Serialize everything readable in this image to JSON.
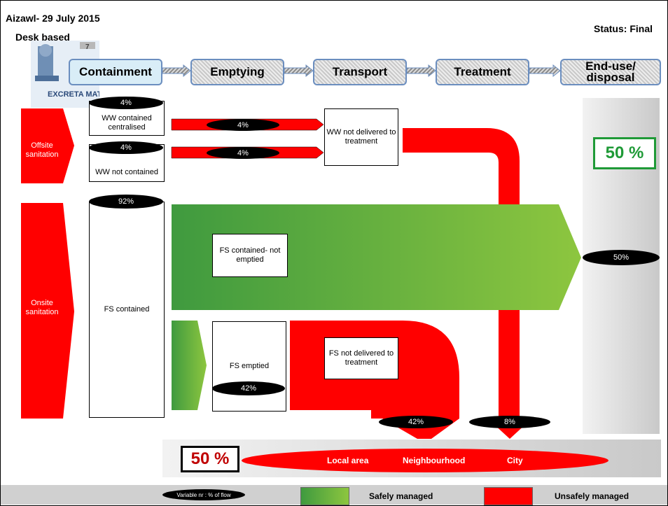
{
  "header": {
    "location_date": "Aizawl- 29 July 2015",
    "method": "Desk based",
    "status": "Status: Final",
    "logo_text": "EXCRETA MATTERS",
    "logo_number": "7"
  },
  "stages": [
    "Containment",
    "Emptying",
    "Transport",
    "Treatment",
    "End-use/ disposal"
  ],
  "left_labels": {
    "offsite": "Offsite sanitation",
    "onsite": "Onsite sanitation"
  },
  "containment": {
    "ww_centralised": {
      "pct": "4%",
      "label": "WW contained centralised"
    },
    "ww_not_contained": {
      "pct": "4%",
      "label": "WW not contained"
    },
    "fs_contained": {
      "pct": "92%",
      "label": "FS contained"
    }
  },
  "flows": {
    "ww_arrow1_pct": "4%",
    "ww_arrow2_pct": "4%",
    "ww_not_delivered": "WW not delivered to treatment",
    "fs_not_emptied": "FS contained- not emptied",
    "fs_emptied": {
      "label": "FS emptied",
      "pct": "42%"
    },
    "fs_not_delivered": "FS not delivered to treatment",
    "fs_not_delivered_pct": "42%",
    "ww_down_pct": "8%",
    "endpoint_pct": "50%"
  },
  "safe_total": "50 %",
  "unsafe_total": "50 %",
  "areas": [
    "Local area",
    "Neighbourhood",
    "City"
  ],
  "legend": {
    "variable": "Variable nr  :  % of flow",
    "safe": "Safely managed",
    "unsafe": "Unsafely managed"
  },
  "colors": {
    "red": "#ff0000",
    "green_dark": "#3f9a3f",
    "green_light": "#8dc63f",
    "safe_text": "#1f9a37",
    "unsafe_text": "#c00000",
    "stage_border": "#6b8ebf",
    "stage_fill": "#d9edf7",
    "grey_panel": "#d0d0d0"
  }
}
